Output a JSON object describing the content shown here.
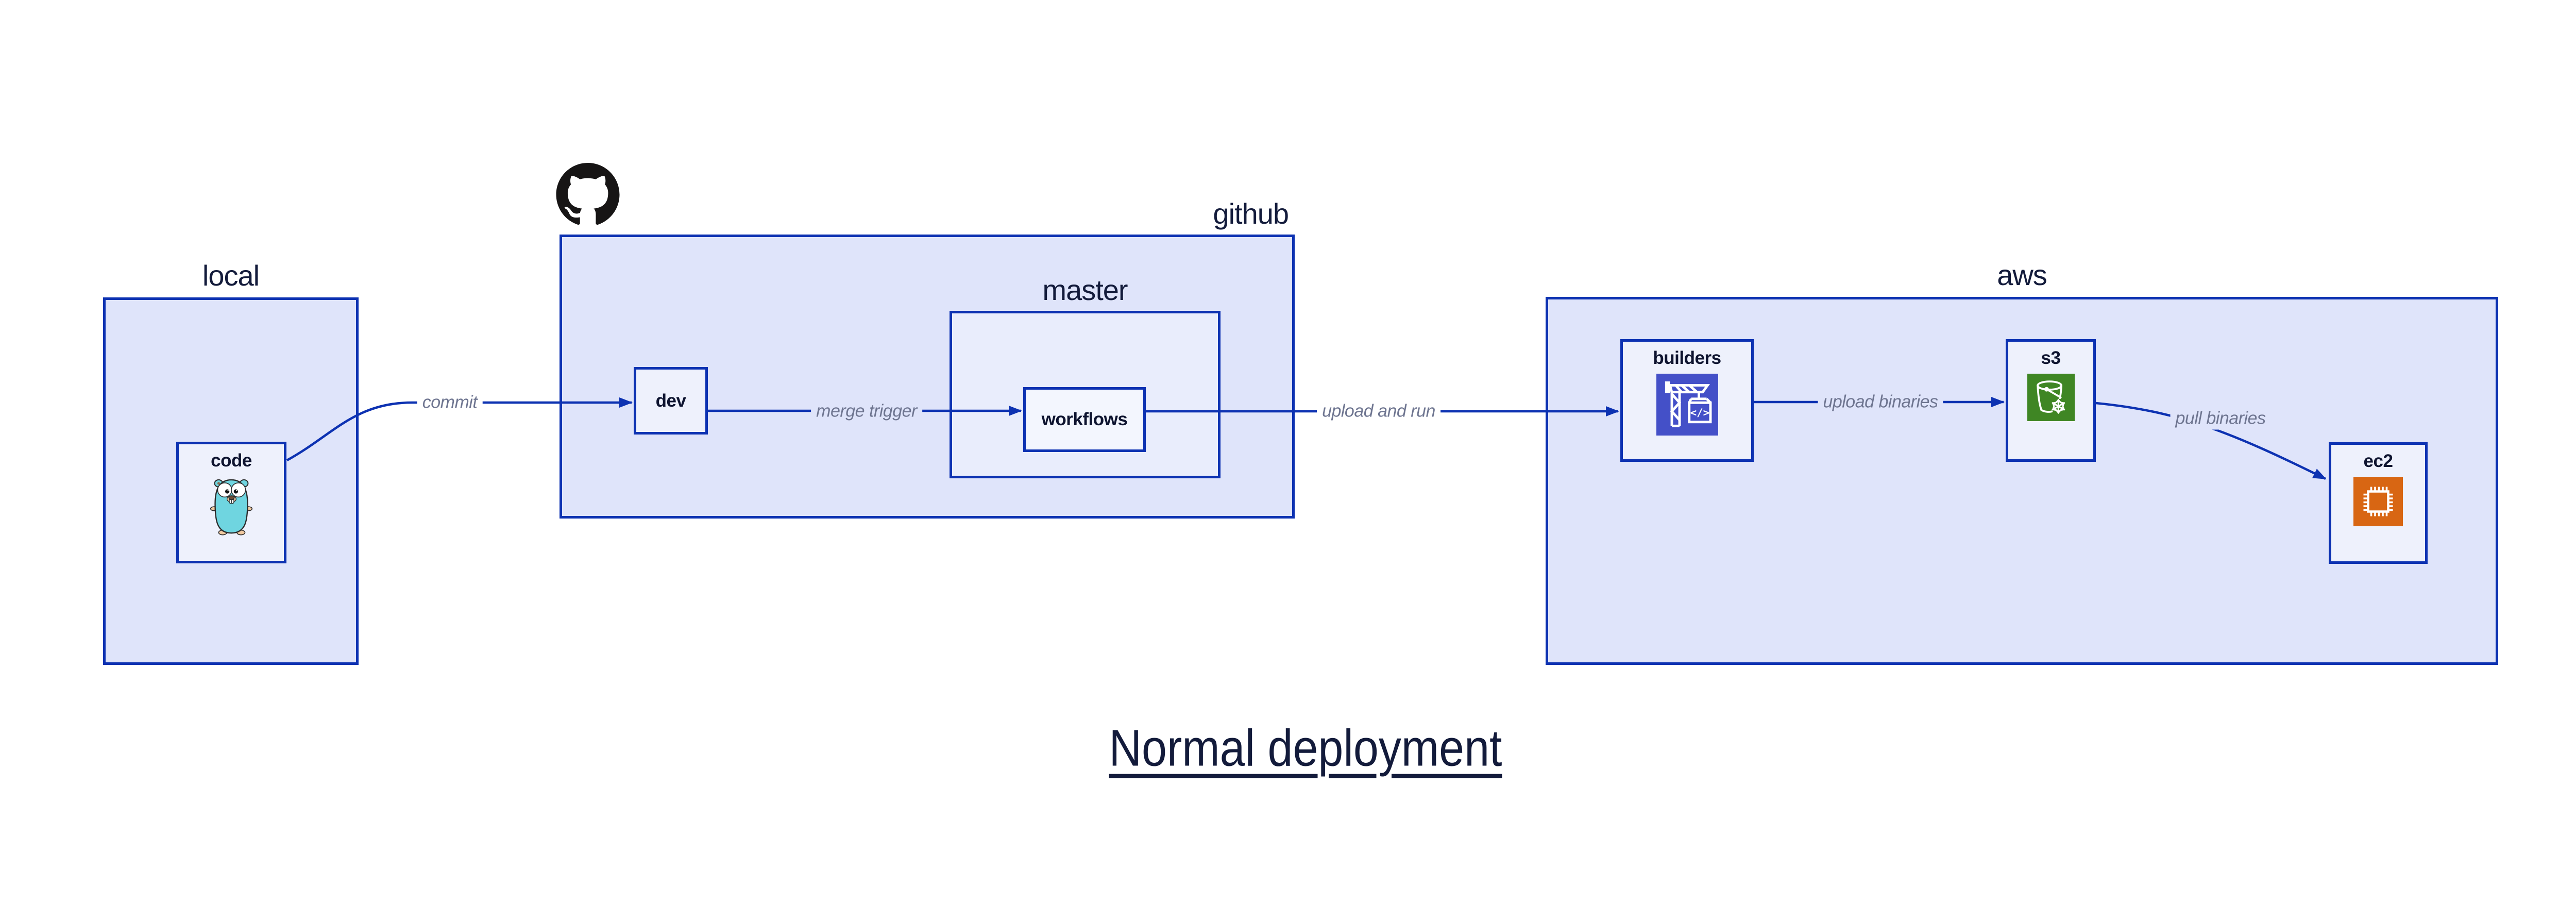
{
  "title": "Normal deployment",
  "colors": {
    "page_bg": "#ffffff",
    "border_blue": "#0d32b2",
    "container_fill": "#dfe4fa",
    "master_fill": "#e9edfc",
    "leaf_fill": "#eef1fc",
    "workflows_fill": "#f3f6fe",
    "label_navy": "#131b3b",
    "edge_label_gray": "#6e7590",
    "codebuild_icon_bg": "#4450c8",
    "s3_icon_bg": "#3f8624",
    "ec2_icon_bg": "#d86613",
    "octocat_black": "#171515",
    "gopher_teal": "#6fd5e0"
  },
  "containers": {
    "local": {
      "label": "local"
    },
    "github": {
      "label": "github"
    },
    "master": {
      "label": "master"
    },
    "aws": {
      "label": "aws"
    }
  },
  "nodes": {
    "code": {
      "label": "code",
      "icon": "go-gopher-icon"
    },
    "dev": {
      "label": "dev"
    },
    "workflows": {
      "label": "workflows"
    },
    "builders": {
      "label": "builders",
      "icon": "aws-codebuild-icon"
    },
    "s3": {
      "label": "s3",
      "icon": "aws-s3-glacier-bucket-icon"
    },
    "ec2": {
      "label": "ec2",
      "icon": "aws-ec2-chip-icon"
    }
  },
  "edges": [
    {
      "from": "code",
      "to": "dev",
      "label": "commit"
    },
    {
      "from": "dev",
      "to": "workflows",
      "label": "merge trigger"
    },
    {
      "from": "workflows",
      "to": "builders",
      "label": "upload and run"
    },
    {
      "from": "builders",
      "to": "s3",
      "label": "upload binaries"
    },
    {
      "from": "s3",
      "to": "ec2",
      "label": "pull binaries"
    }
  ]
}
